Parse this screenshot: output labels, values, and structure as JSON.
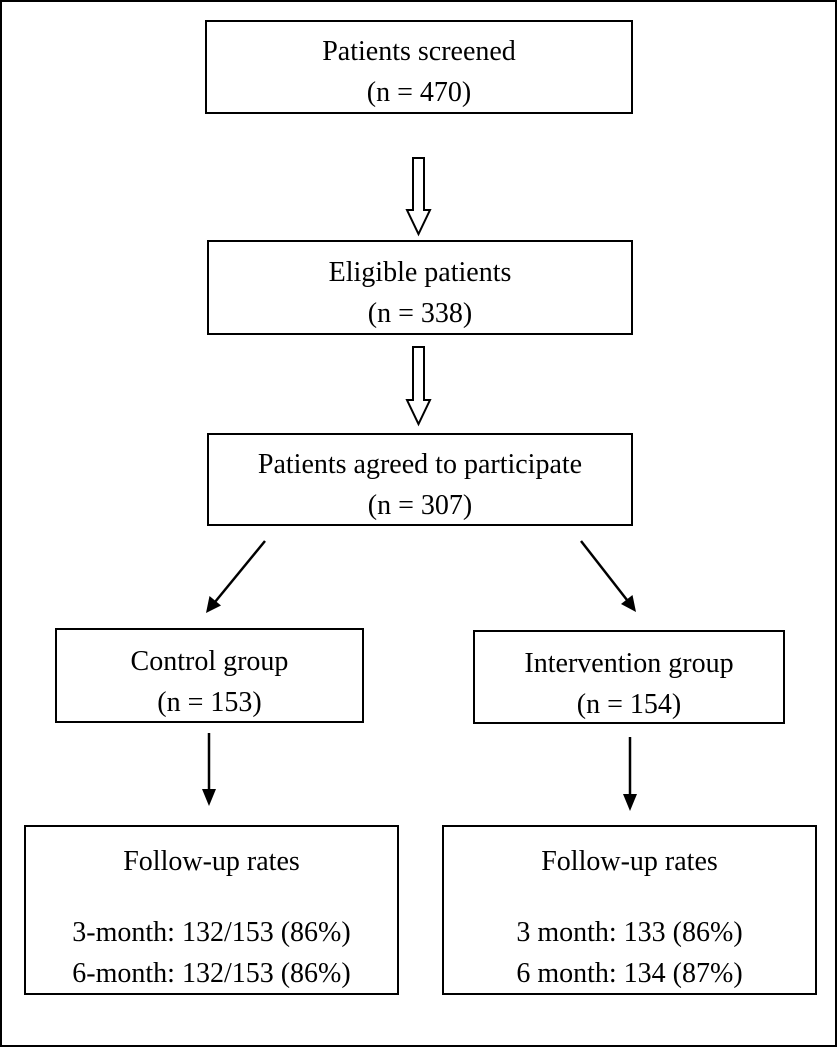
{
  "nodes": {
    "screened": {
      "title": "Patients screened",
      "count": "(n = 470)"
    },
    "eligible": {
      "title": "Eligible patients",
      "count": "(n = 338)"
    },
    "agreed": {
      "title": "Patients agreed to participate",
      "count": "(n = 307)"
    },
    "control": {
      "title": "Control group",
      "count": "(n = 153)"
    },
    "intervention": {
      "title": "Intervention group",
      "count": "(n = 154)"
    },
    "control_followup": {
      "title": "Follow-up rates",
      "line1": "3-month: 132/153 (86%)",
      "line2": "6-month: 132/153 (86%)"
    },
    "intervention_followup": {
      "title": "Follow-up rates",
      "line1": "3 month: 133 (86%)",
      "line2": "6 month: 134 (87%)"
    }
  },
  "edges": [
    {
      "from": "screened",
      "to": "eligible",
      "style": "hollow-arrow"
    },
    {
      "from": "eligible",
      "to": "agreed",
      "style": "hollow-arrow"
    },
    {
      "from": "agreed",
      "to": "control",
      "style": "solid-arrow"
    },
    {
      "from": "agreed",
      "to": "intervention",
      "style": "solid-arrow"
    },
    {
      "from": "control",
      "to": "control_followup",
      "style": "solid-arrow"
    },
    {
      "from": "intervention",
      "to": "intervention_followup",
      "style": "solid-arrow"
    }
  ]
}
